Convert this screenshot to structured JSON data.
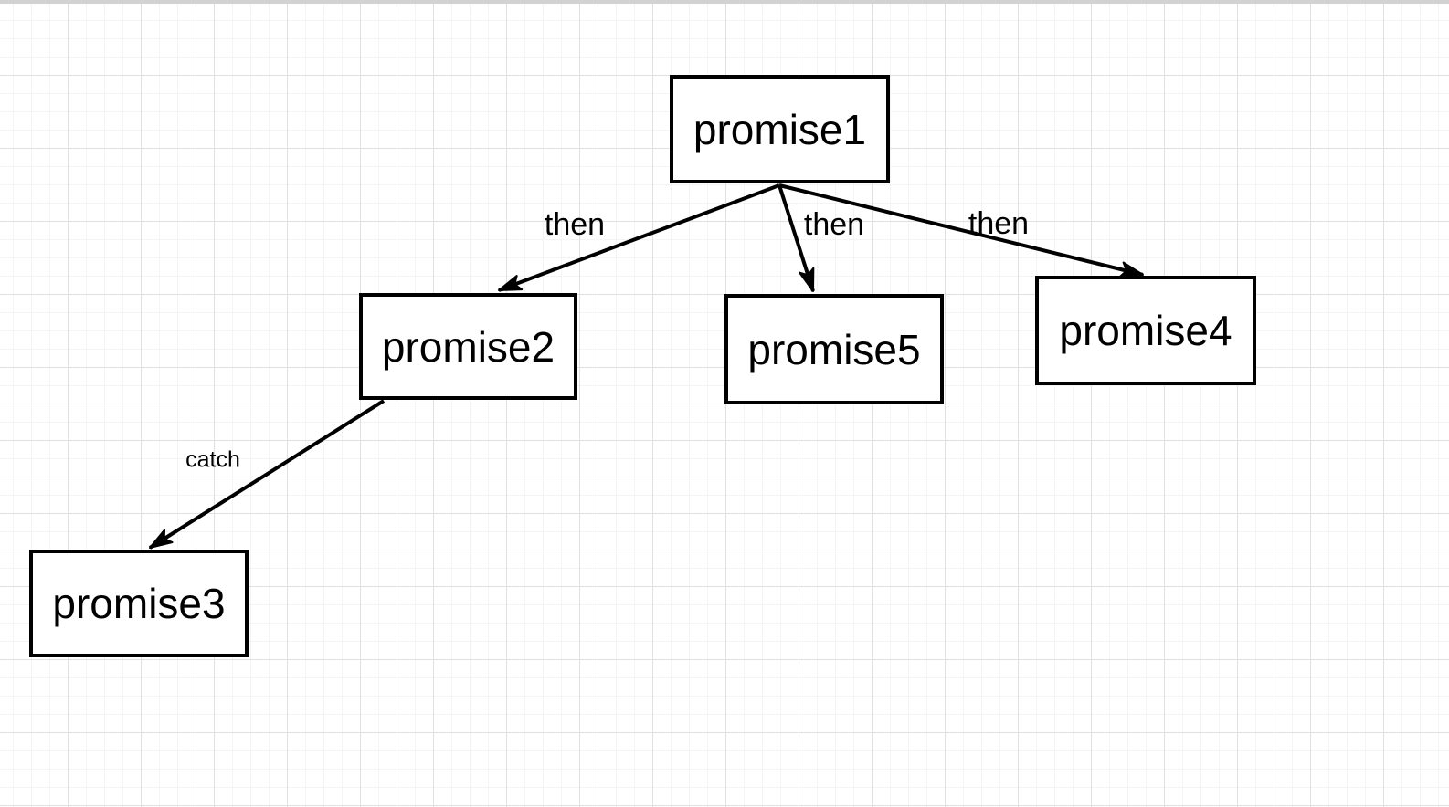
{
  "canvas": {
    "background_color": "#ffffff",
    "grid_minor_color": "#f4f4f4",
    "grid_major_color": "#e0e0e0",
    "top_strip_color": "#d2d2d2",
    "shape_stroke_color": "#000000",
    "shape_fill_color": "#ffffff",
    "text_color": "#000000"
  },
  "diagram": {
    "nodes": [
      {
        "id": "promise1",
        "label": "promise1"
      },
      {
        "id": "promise2",
        "label": "promise2"
      },
      {
        "id": "promise5",
        "label": "promise5"
      },
      {
        "id": "promise4",
        "label": "promise4"
      },
      {
        "id": "promise3",
        "label": "promise3"
      }
    ],
    "edges": [
      {
        "from": "promise1",
        "to": "promise2",
        "label": "then"
      },
      {
        "from": "promise1",
        "to": "promise5",
        "label": "then"
      },
      {
        "from": "promise1",
        "to": "promise4",
        "label": "then"
      },
      {
        "from": "promise2",
        "to": "promise3",
        "label": "catch"
      }
    ]
  }
}
